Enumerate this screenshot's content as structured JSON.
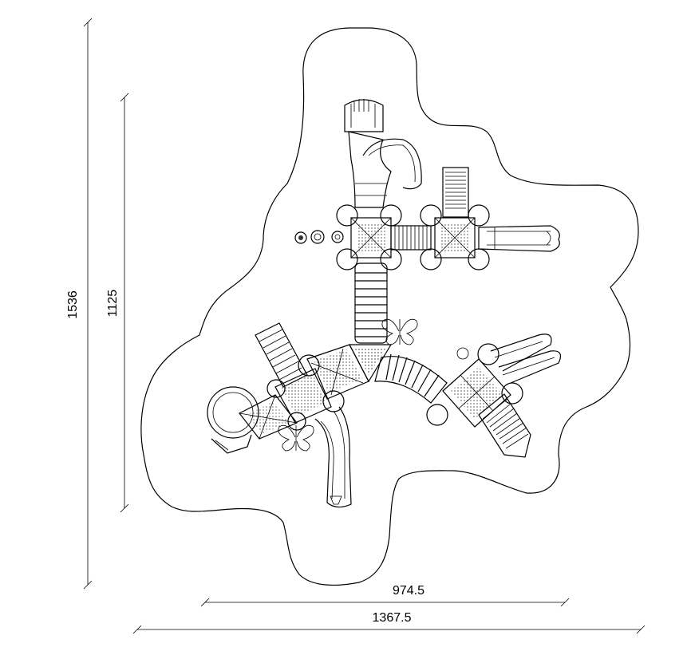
{
  "dimensions": {
    "overall_height": "1536",
    "structure_height": "1125",
    "structure_width": "974.5",
    "overall_width": "1367.5"
  },
  "colors": {
    "line": "#000000",
    "background": "#ffffff",
    "fill_dark": "#555555"
  }
}
